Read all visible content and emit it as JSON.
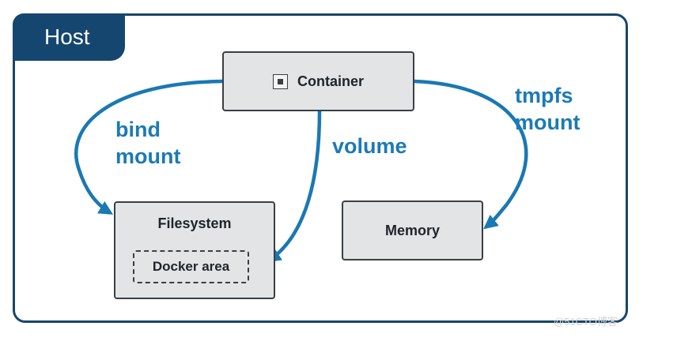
{
  "host": {
    "label": "Host"
  },
  "container": {
    "label": "Container",
    "icon": "container-icon"
  },
  "filesystem": {
    "label": "Filesystem",
    "inner_label": "Docker area"
  },
  "memory": {
    "label": "Memory"
  },
  "mounts": {
    "bind": [
      "bind",
      "mount"
    ],
    "volume": "volume",
    "tmpfs": [
      "tmpfs",
      "mount"
    ]
  },
  "watermark": "@51CTO博客",
  "colors": {
    "host_frame": "#17466b",
    "arrow": "#1a78b4",
    "box_fill": "#e2e4e6"
  }
}
